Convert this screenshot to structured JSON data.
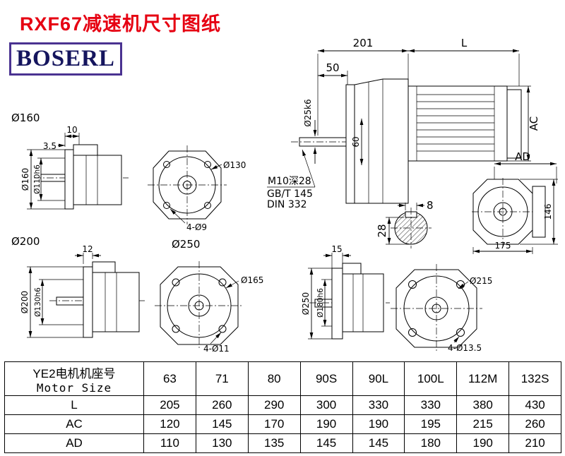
{
  "header": {
    "title": "RXF67减速机尺寸图纸",
    "logo": "BOSERL"
  },
  "main_view": {
    "dim_201": "201",
    "dim_L": "L",
    "dim_50": "50",
    "shaft_dia": "Ø25k6",
    "dim_60": "60",
    "dim_AC": "AC"
  },
  "thread_note": {
    "line1": "M10深28",
    "line2": "GB/T 145",
    "line3": "DIN 332"
  },
  "key_section": {
    "width": "8",
    "depth": "28"
  },
  "flange160": {
    "label": "Ø160",
    "dim_10": "10",
    "dim_3_5": "3.5",
    "outer": "Ø160",
    "spigot": "Ø110h6",
    "bolt_circle": "Ø130",
    "holes": "4-Ø9"
  },
  "ad_view": {
    "dim_AD": "AD",
    "dim_146": "146",
    "dim_175": "175"
  },
  "flange200": {
    "label": "Ø200",
    "dim_12": "12",
    "outer": "Ø200",
    "spigot": "Ø130h6",
    "bolt_circle": "Ø165",
    "holes": "4-Ø11"
  },
  "flange250": {
    "label": "Ø250",
    "dim_15": "15",
    "outer": "Ø250",
    "spigot": "Ø180h6",
    "bolt_circle": "Ø215",
    "holes": "4-Ø13.5"
  },
  "table": {
    "header_cn": "YE2电机机座号",
    "header_en": "Motor Size",
    "sizes": [
      "63",
      "71",
      "80",
      "90S",
      "90L",
      "100L",
      "112M",
      "132S"
    ],
    "rows": [
      {
        "label": "L",
        "values": [
          "205",
          "260",
          "290",
          "300",
          "330",
          "330",
          "380",
          "430"
        ]
      },
      {
        "label": "AC",
        "values": [
          "120",
          "145",
          "170",
          "190",
          "190",
          "195",
          "215",
          "260"
        ]
      },
      {
        "label": "AD",
        "values": [
          "110",
          "130",
          "135",
          "145",
          "145",
          "180",
          "190",
          "210"
        ]
      }
    ]
  }
}
